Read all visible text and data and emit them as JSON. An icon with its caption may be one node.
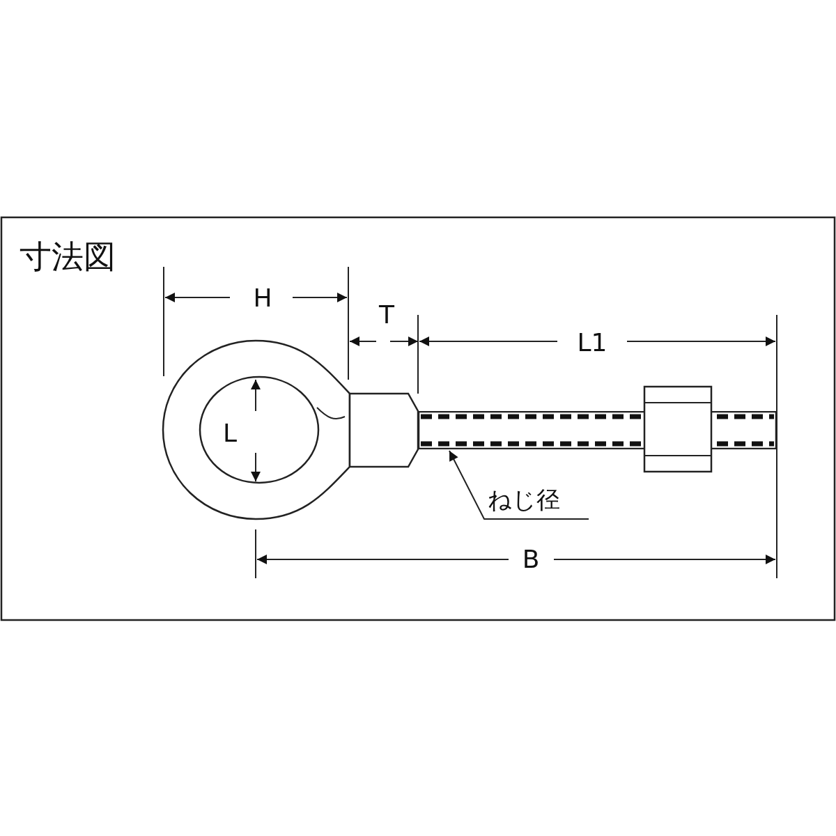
{
  "diagram": {
    "title": "寸法図",
    "nodes": [
      {
        "text": [
          "ねじ径"
        ]
      },
      {
        "text": [],
        "shape": "bar"
      }
    ],
    "edges": [
      {
        "from": 0,
        "to": 1,
        "arrow": "to"
      }
    ],
    "labels": [
      "H",
      "T",
      "L1",
      "L",
      "B"
    ]
  }
}
